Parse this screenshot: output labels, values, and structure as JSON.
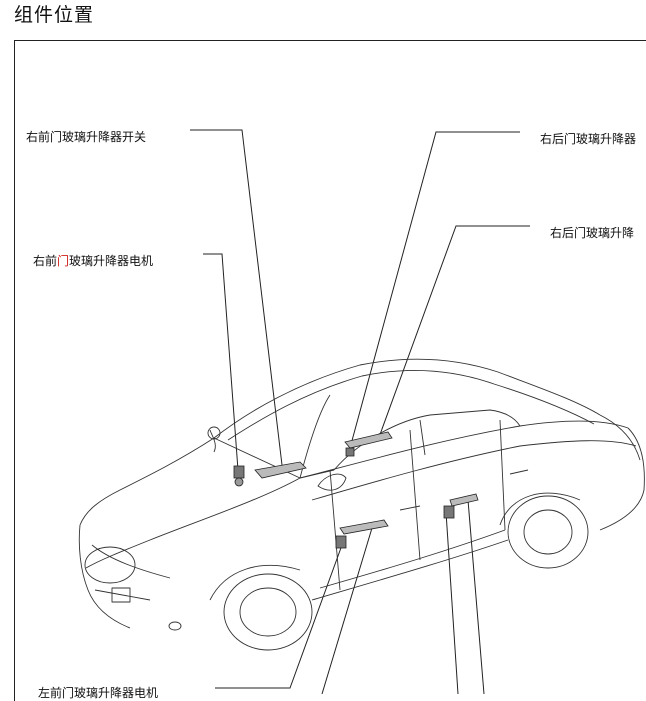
{
  "page": {
    "title": "组件位置"
  },
  "labels": {
    "rf_switch": "右前门玻璃升降器开关",
    "rr_switch": "右后门玻璃升降器",
    "rr_motor": "右后门玻璃升降",
    "rf_motor_prefix": "右前",
    "rf_motor_highlight": "门",
    "rf_motor_suffix": "玻璃升降器电机",
    "lf_motor_bottom": "左前门玻璃升降器电机"
  },
  "colors": {
    "highlight": "#d0201a",
    "line": "#222222"
  }
}
